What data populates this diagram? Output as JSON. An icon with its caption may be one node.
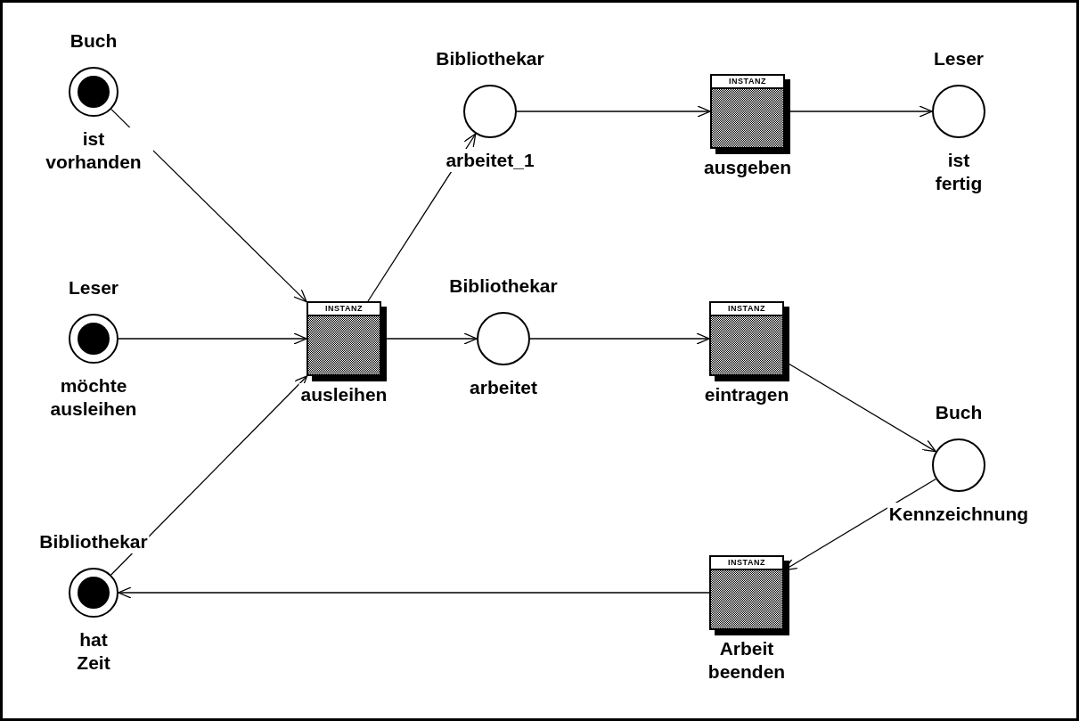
{
  "diagram": {
    "nodes": [
      {
        "text": [
          "Buch",
          "ist vorhanden"
        ]
      },
      {
        "text": [
          "Bibliothekar",
          "arbeitet_1"
        ]
      },
      {
        "text": [
          "INSTANZ",
          "ausgeben"
        ]
      },
      {
        "text": [
          "Leser",
          "ist fertig"
        ]
      },
      {
        "text": [
          "Leser",
          "möchte ausleihen"
        ]
      },
      {
        "text": [
          "INSTANZ",
          "ausleihen"
        ]
      },
      {
        "text": [
          "Bibliothekar",
          "arbeitet"
        ]
      },
      {
        "text": [
          "INSTANZ",
          "eintragen"
        ]
      },
      {
        "text": [
          "Buch",
          "Kennzeichnung"
        ]
      },
      {
        "text": [
          "Bibliothekar",
          "hat Zeit"
        ]
      },
      {
        "text": [
          "INSTANZ",
          "Arbeit beenden"
        ]
      }
    ],
    "edges": [
      {
        "from": 0,
        "to": 5,
        "arrow": "to"
      },
      {
        "from": 4,
        "to": 5,
        "arrow": "to"
      },
      {
        "from": 9,
        "to": 5,
        "arrow": "to"
      },
      {
        "from": 5,
        "to": 1,
        "arrow": "to"
      },
      {
        "from": 5,
        "to": 6,
        "arrow": "to"
      },
      {
        "from": 1,
        "to": 2,
        "arrow": "to"
      },
      {
        "from": 2,
        "to": 3,
        "arrow": "to"
      },
      {
        "from": 6,
        "to": 7,
        "arrow": "to"
      },
      {
        "from": 7,
        "to": 8,
        "arrow": "to"
      },
      {
        "from": 8,
        "to": 10,
        "arrow": "to"
      },
      {
        "from": 10,
        "to": 9,
        "arrow": "to"
      }
    ]
  }
}
